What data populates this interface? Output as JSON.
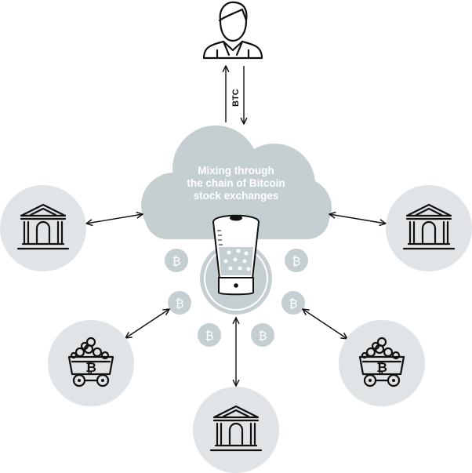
{
  "cloud": {
    "line1": "Mixing through",
    "line2": "the chain of Bitcoin",
    "line3": "stock exchanges"
  },
  "transfer_label": "BTC",
  "coin_symbol": "₿",
  "colors": {
    "node": "#e1e4e6",
    "cloud": "#c5cfd2",
    "stroke": "#111111"
  }
}
